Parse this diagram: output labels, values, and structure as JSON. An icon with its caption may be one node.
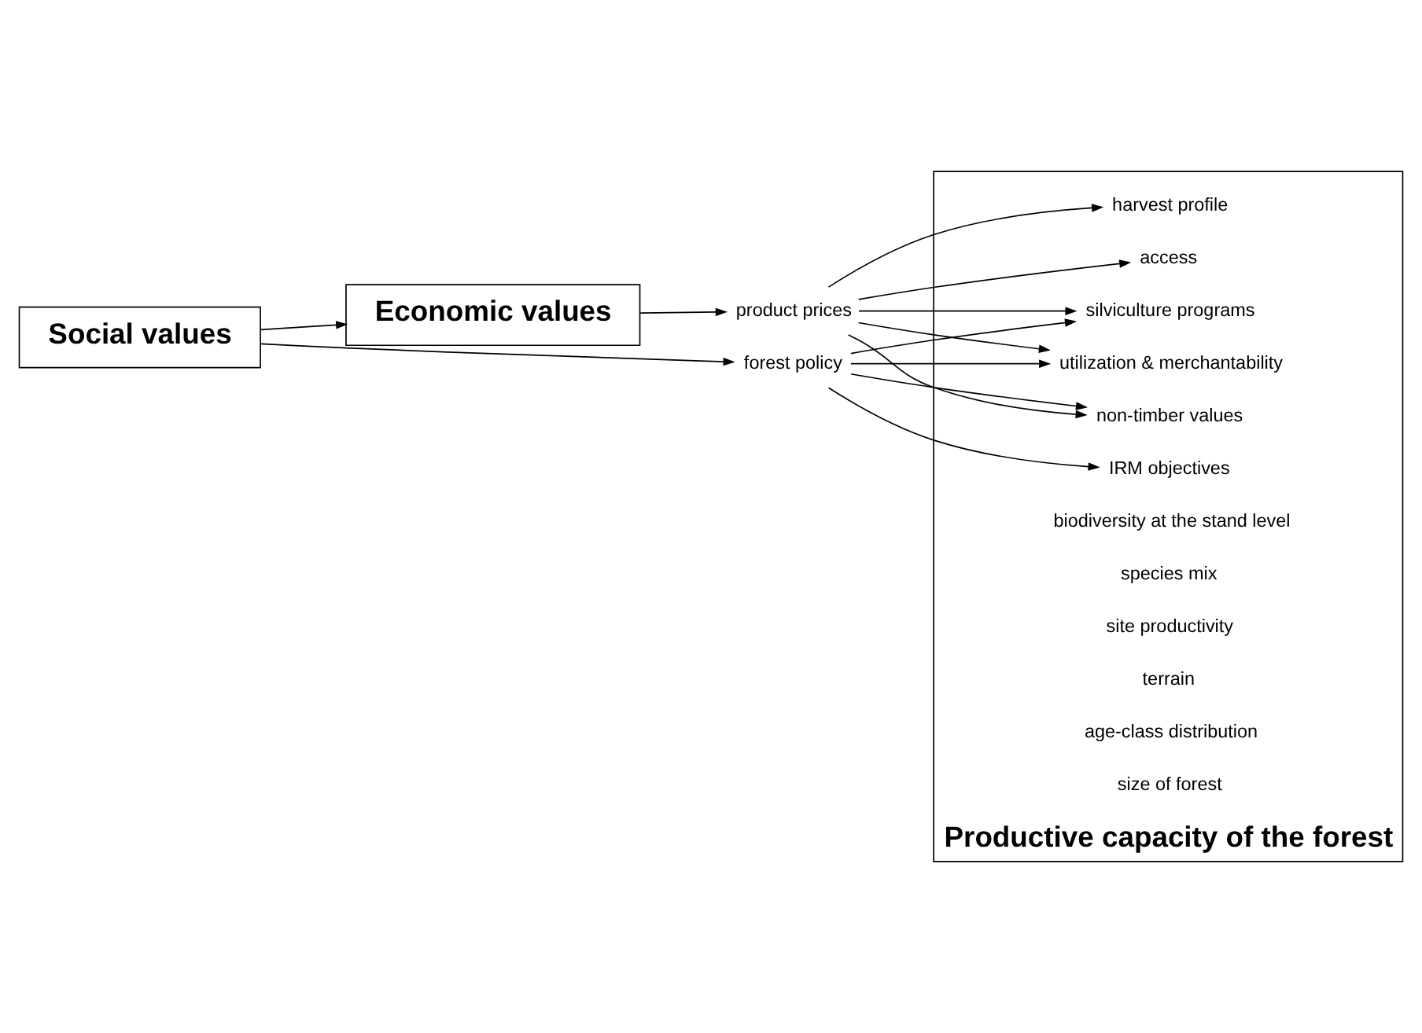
{
  "diagram": {
    "nodes": [
      {
        "text": [
          "Social values"
        ]
      },
      {
        "text": [
          "Economic values"
        ]
      },
      {
        "text": [
          "forest policy"
        ]
      },
      {
        "text": [
          "product prices"
        ]
      },
      {
        "text": [
          "Productive capacity of the forest"
        ]
      },
      {
        "text": [
          "IRM objectives"
        ],
        "in": 4
      },
      {
        "text": [
          "silviculture programs"
        ],
        "in": 4
      },
      {
        "text": [
          "utilization & merchantability"
        ],
        "in": 4
      },
      {
        "text": [
          "non-timber values"
        ],
        "in": 4
      },
      {
        "text": [
          "harvest profile"
        ],
        "in": 4
      },
      {
        "text": [
          "access"
        ],
        "in": 4
      },
      {
        "text": [
          "biodiversity at the stand level"
        ],
        "in": 4
      },
      {
        "text": [
          "species mix"
        ],
        "in": 4
      },
      {
        "text": [
          "site productivity"
        ],
        "in": 4
      },
      {
        "text": [
          "terrain"
        ],
        "in": 4
      },
      {
        "text": [
          "age-class distribution"
        ],
        "in": 4
      },
      {
        "text": [
          "size of forest"
        ],
        "in": 4
      }
    ],
    "edges": [
      {
        "from": 0,
        "to": 1,
        "arrow": "to"
      },
      {
        "from": 0,
        "to": 2,
        "arrow": "to"
      },
      {
        "from": 1,
        "to": 3,
        "arrow": "to"
      },
      {
        "from": 2,
        "to": 5,
        "arrow": "to"
      },
      {
        "from": 2,
        "to": 6,
        "arrow": "to"
      },
      {
        "from": 2,
        "to": 7,
        "arrow": "to"
      },
      {
        "from": 2,
        "to": 8,
        "arrow": "to"
      },
      {
        "from": 3,
        "to": 6,
        "arrow": "to"
      },
      {
        "from": 3,
        "to": 7,
        "arrow": "to"
      },
      {
        "from": 3,
        "to": 8,
        "arrow": "to"
      },
      {
        "from": 3,
        "to": 9,
        "arrow": "to"
      },
      {
        "from": 3,
        "to": 10,
        "arrow": "to"
      }
    ]
  }
}
